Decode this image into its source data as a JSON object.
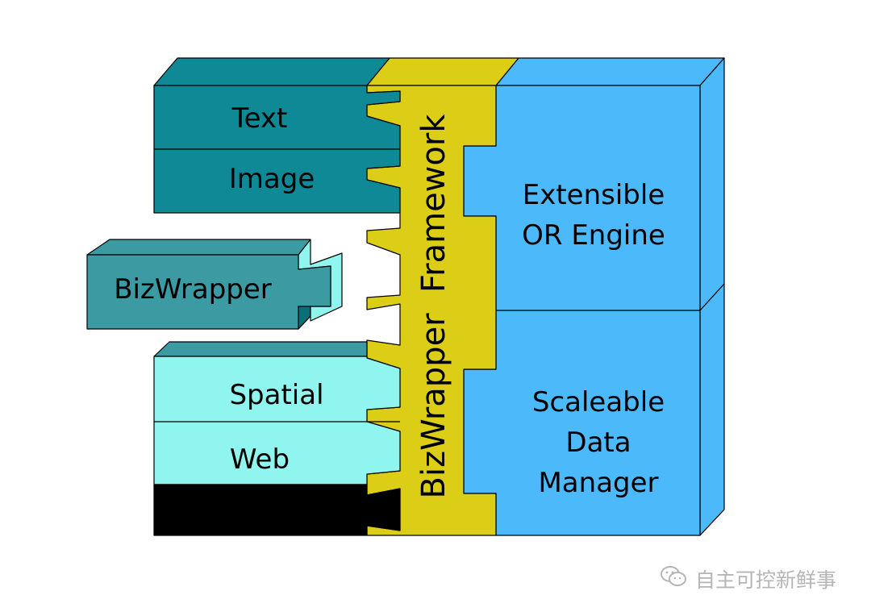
{
  "diagram": {
    "left_blocks": {
      "text": "Text",
      "image": "Image",
      "bizwrapper": "BizWrapper",
      "spatial": "Spatial",
      "web": "Web"
    },
    "framework": {
      "label": "BizWrapper  Framework"
    },
    "right_blocks": {
      "engine_line1": "Extensible",
      "engine_line2": "OR Engine",
      "data_line1": "Scaleable",
      "data_line2": "Data",
      "data_line3": "Manager"
    },
    "colors": {
      "dark_teal": "#0e8995",
      "dark_teal_side": "#0a6f79",
      "mid_teal": "#3c9aa3",
      "light_teal": "#8ff5ee",
      "framework_yellow": "#dccd16",
      "engine_blue": "#4cb9fb",
      "black": "#000000"
    }
  },
  "watermark": {
    "text": "自主可控新鲜事",
    "icon": "wechat-icon"
  }
}
